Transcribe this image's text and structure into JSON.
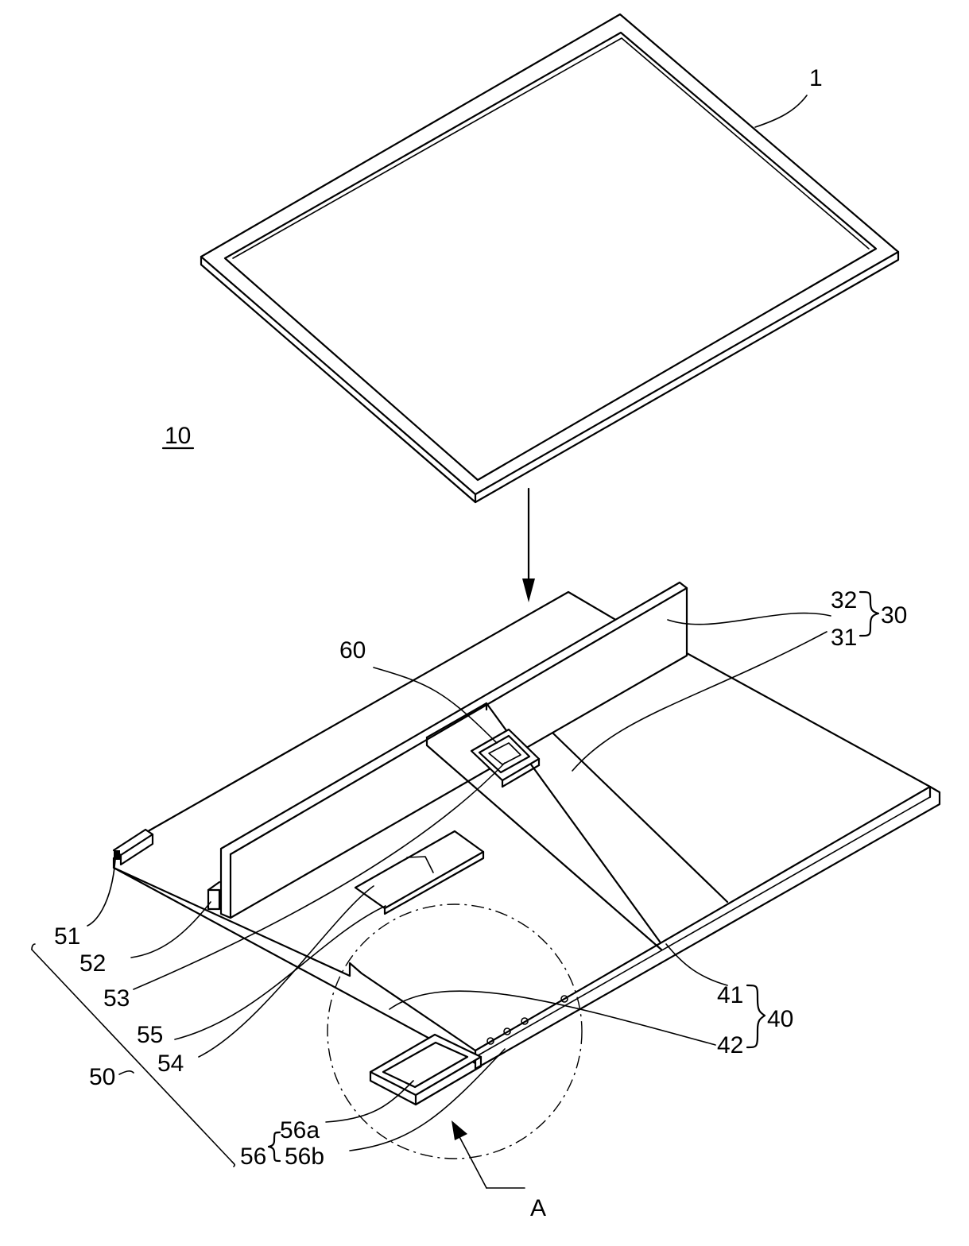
{
  "labels": {
    "display_panel": "1",
    "assembly": "10",
    "frame": "30",
    "frame_bottom": "31",
    "frame_side": "32",
    "guide": "40",
    "guide_first": "41",
    "guide_second": "42",
    "circuit_group": "50",
    "part_51": "51",
    "part_52": "52",
    "part_53": "53",
    "part_54": "54",
    "part_55": "55",
    "part_56": "56",
    "part_56a": "56a",
    "part_56b": "56b",
    "part_60": "60",
    "detail_view": "A"
  }
}
